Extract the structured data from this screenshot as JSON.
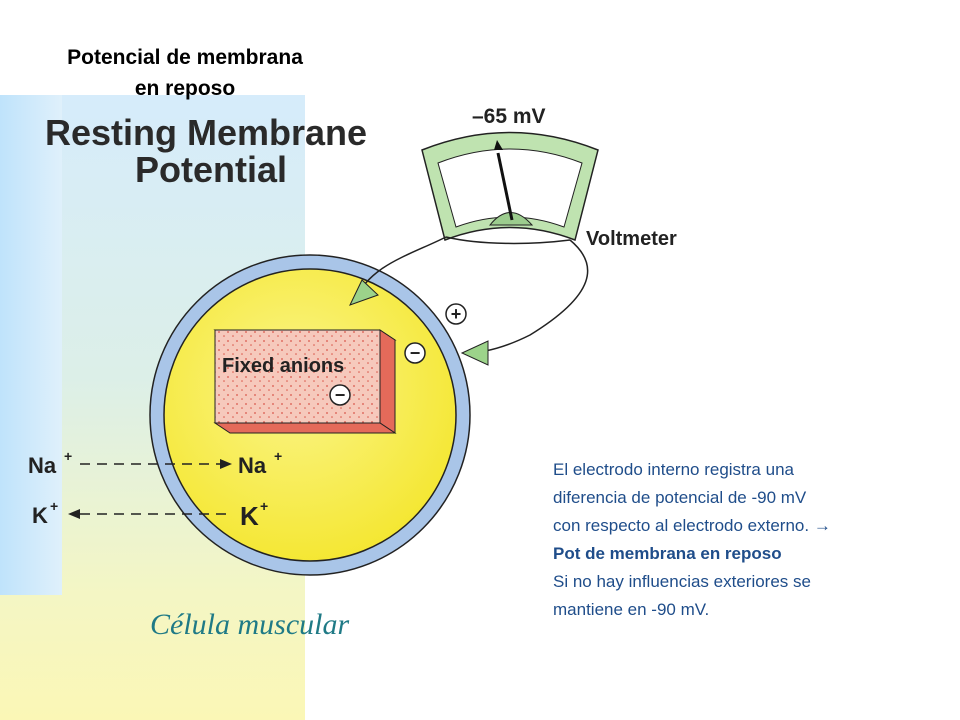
{
  "slide": {
    "title_line1": "Potencial de membrana",
    "title_line2": "en reposo",
    "caption": "Célula muscular"
  },
  "diagram": {
    "heading_line1": "Resting Membrane",
    "heading_line2": "Potential",
    "voltmeter_reading": "–65 mV",
    "voltmeter_label": "Voltmeter",
    "box_label": "Fixed anions",
    "plus_sign": "+",
    "minus_sign": "−",
    "na_left": "Na",
    "na_right": "Na",
    "k_left": "K",
    "k_right": "K",
    "ion_charge": "+"
  },
  "info": {
    "line1": "El electrodo interno registra una",
    "line2": "diferencia de potencial de -90 mV",
    "line3": "con respecto al electrodo externo. →",
    "line4": "Pot de membrana en reposo",
    "line5": " Si no hay influencias exteriores se",
    "line6": "mantiene en -90 mV."
  },
  "colors": {
    "cell_outer": "#a9c5e8",
    "cell_inner": "#f7ee3a",
    "box_face": "#f6c9bc",
    "box_side": "#e46a5a",
    "meter_frame": "#bfe3b0",
    "text_blue": "#1f4d8a",
    "caption": "#1f7a86"
  }
}
